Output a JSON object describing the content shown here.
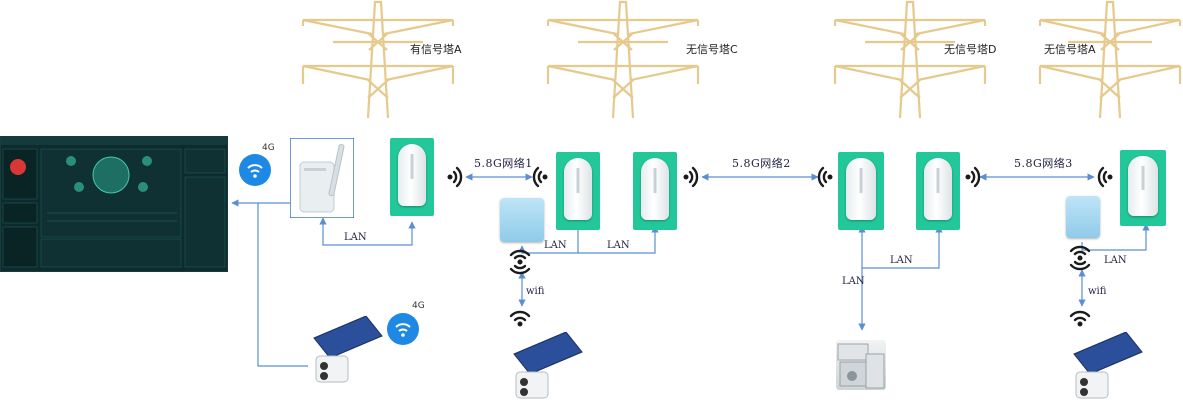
{
  "towers": [
    {
      "label": "有信号塔A"
    },
    {
      "label": "无信号塔C"
    },
    {
      "label": "无信号塔D"
    },
    {
      "label": "无信号塔A"
    }
  ],
  "links": [
    {
      "label": "5.8G网络1"
    },
    {
      "label": "5.8G网络2"
    },
    {
      "label": "5.8G网络3"
    }
  ],
  "lan_label": "LAN",
  "wifi_label": "wifi",
  "badge_4g": "4G",
  "colors": {
    "line": "#5b8fd0",
    "cpe_green": "#22c79a",
    "tower": "#e6c98c",
    "wifi_badge": "#1e88e5"
  }
}
